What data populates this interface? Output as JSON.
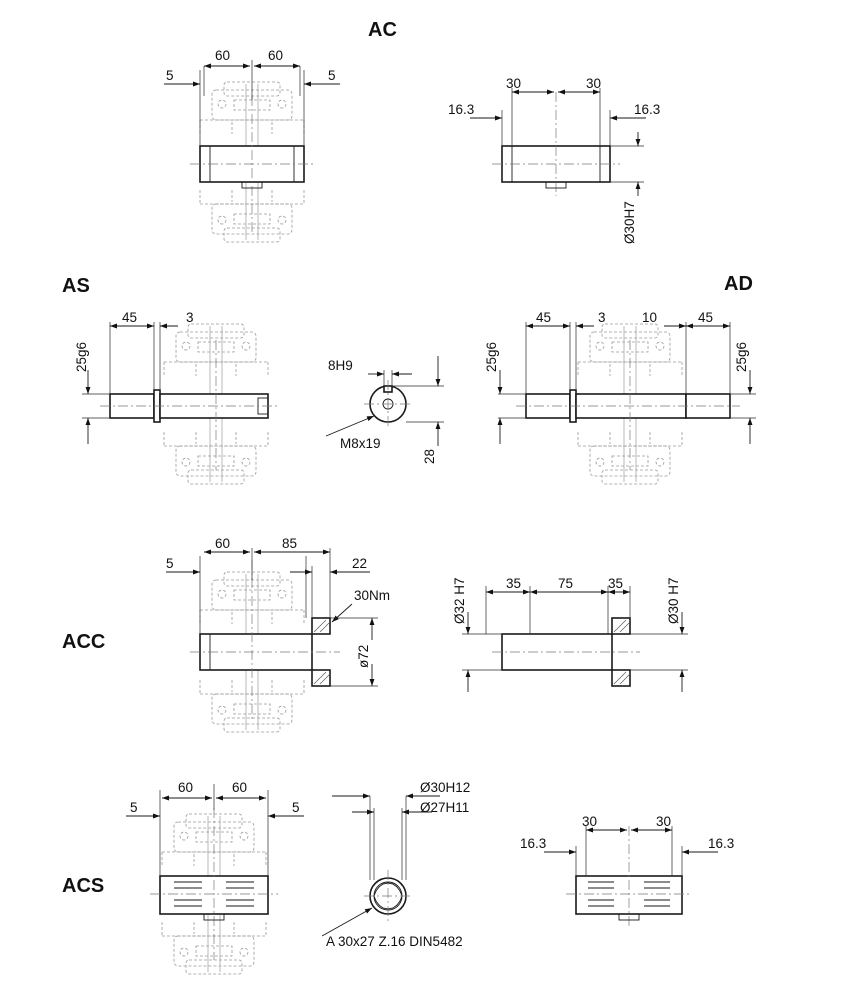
{
  "sections": {
    "ac": {
      "title": "AC",
      "left": {
        "gap_left": "5",
        "span_a": "60",
        "span_b": "60",
        "gap_right": "5"
      },
      "right": {
        "span_a": "30",
        "span_b": "30",
        "offset_left": "16.3",
        "offset_right": "16.3",
        "bore": "Ø30H7"
      }
    },
    "as": {
      "title": "AS",
      "len": "45",
      "gap": "3",
      "dia": "25g6",
      "key_width": "8H9",
      "thread": "M8x19",
      "key_height": "28"
    },
    "ad": {
      "title": "AD",
      "len_left": "45",
      "gap_left": "3",
      "gap_right": "10",
      "len_right": "45",
      "dia_left": "25g6",
      "dia_right": "25g6"
    },
    "acc": {
      "title": "ACC",
      "left": {
        "gap": "5",
        "span_a": "60",
        "span_b": "85",
        "span_c": "22",
        "torque": "30Nm",
        "outer_dia": "ø72"
      },
      "right": {
        "span_a": "35",
        "span_b": "75",
        "span_c": "35",
        "bore_left": "Ø32 H7",
        "bore_right": "Ø30 H7"
      }
    },
    "acs": {
      "title": "ACS",
      "left": {
        "gap_left": "5",
        "span_a": "60",
        "span_b": "60",
        "gap_right": "5"
      },
      "middle": {
        "outer": "Ø30H12",
        "inner": "Ø27H11",
        "spline": "A 30x27 Z.16 DIN5482"
      },
      "right": {
        "span_a": "30",
        "span_b": "30",
        "offset_left": "16.3",
        "offset_right": "16.3"
      }
    }
  }
}
